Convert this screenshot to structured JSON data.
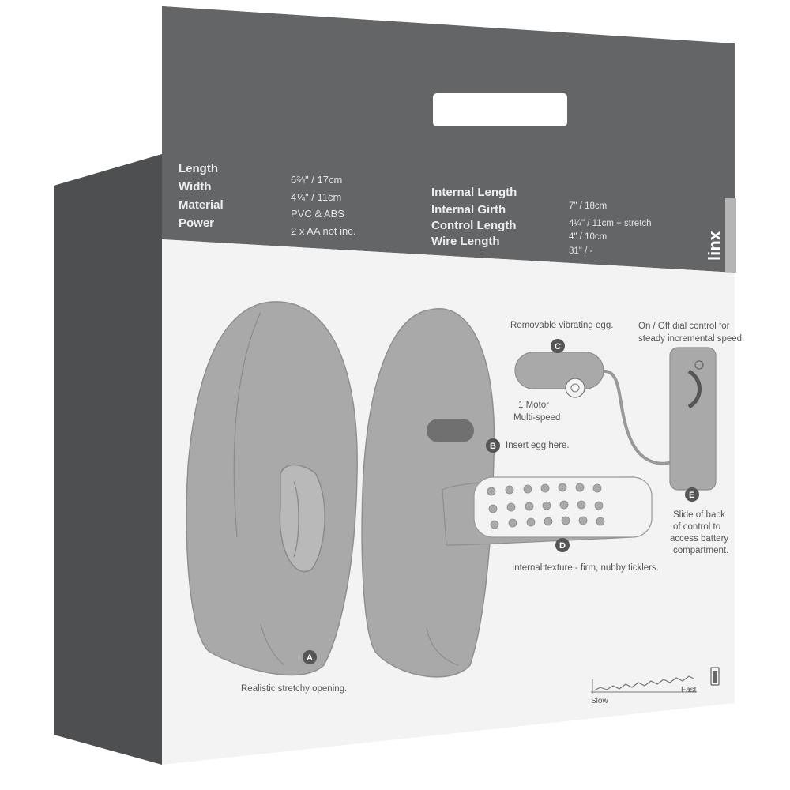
{
  "brand": "linx",
  "specs_left": {
    "labels": [
      "Length",
      "Width",
      "Material",
      "Power"
    ],
    "values": [
      "6¾\" / 17cm",
      "4¼\" / 11cm",
      "PVC & ABS",
      "2 x AA not inc."
    ]
  },
  "specs_right": {
    "labels": [
      "Internal Length",
      "Internal Girth",
      "Control Length",
      "Wire Length"
    ],
    "values": [
      "7\" / 18cm",
      "4¼\" / 11cm + stretch",
      "4\" / 10cm",
      "31\" / -"
    ]
  },
  "callouts": {
    "a": {
      "letter": "A",
      "text": "Realistic stretchy opening."
    },
    "b": {
      "letter": "B",
      "text": "Insert egg here."
    },
    "c": {
      "letter": "C",
      "text": "Removable vibrating egg.",
      "sub1": "1 Motor",
      "sub2": "Multi-speed"
    },
    "d": {
      "letter": "D",
      "text": "Internal texture - firm, nubby ticklers."
    },
    "e": {
      "letter": "E",
      "line1": "Slide of back",
      "line2": "of control to",
      "line3": "access battery",
      "line4": "compartment."
    },
    "dial": {
      "line1": "On / Off dial control for",
      "line2": "steady incremental speed."
    }
  },
  "speed_scale": {
    "slow": "Slow",
    "fast": "Fast"
  },
  "colors": {
    "box_side": "#4d4f50",
    "box_front_top": "#636566",
    "box_front_bottom": "#f3f3f3",
    "product": "#a9a9a9",
    "accent_strip": "#b5b5b5"
  }
}
